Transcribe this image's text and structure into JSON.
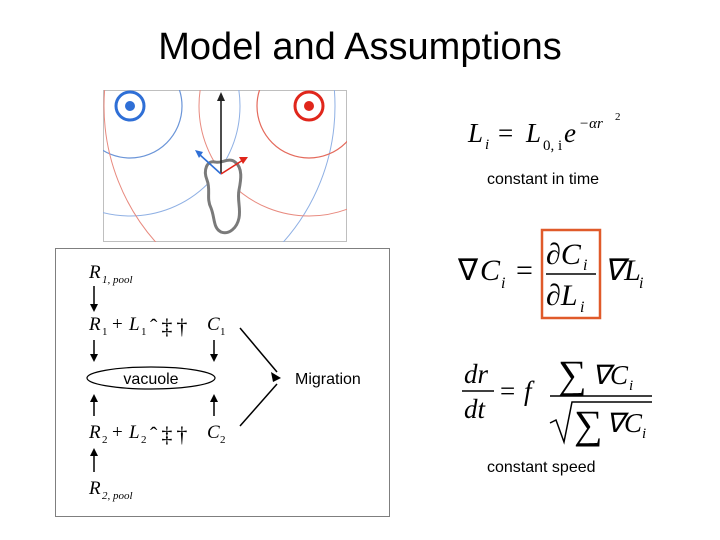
{
  "slide": {
    "title": "Model and Assumptions"
  },
  "panel": {
    "vacuole_label": "vacuole",
    "migration_label": "Migration",
    "pool1": {
      "R": "R",
      "sub": "1, pool"
    },
    "pool2": {
      "R": "R",
      "sub": "2, pool"
    },
    "reaction1": {
      "R": "R",
      "R_sub": "1",
      "plus": "+",
      "L": "L",
      "L_sub": "1",
      "arrows": "ˆ‡†",
      "C": "C",
      "C_sub": "1"
    },
    "reaction2": {
      "R": "R",
      "R_sub": "2",
      "plus": "+",
      "L": "L",
      "L_sub": "2",
      "arrows": "ˆ‡†",
      "C": "C",
      "C_sub": "2"
    }
  },
  "equations": {
    "ligand": {
      "lhs": "L",
      "lhs_sub": "i",
      "eq": "=",
      "L0": "L",
      "L0_sub": "0, i",
      "e": "e",
      "exp": "−αr",
      "exp_pow": "2"
    },
    "constant_in_time": "constant in time",
    "gradient": {
      "nabla": "∇",
      "C": "C",
      "i": "i",
      "eq": "=",
      "dC": "∂C",
      "dL": "∂L",
      "nablaL": "∇L"
    },
    "velocity": {
      "dr": "dr",
      "dt": "dt",
      "eq": "=",
      "f": "f",
      "sum": "∑",
      "nablaC": "∇C",
      "i": "i"
    },
    "constant_speed": "constant speed"
  },
  "colors": {
    "blue_source": "#2f6fd6",
    "red_source": "#e0261b",
    "highlight_box": "#e05a2a",
    "cell_outline": "#7a7a7a"
  }
}
